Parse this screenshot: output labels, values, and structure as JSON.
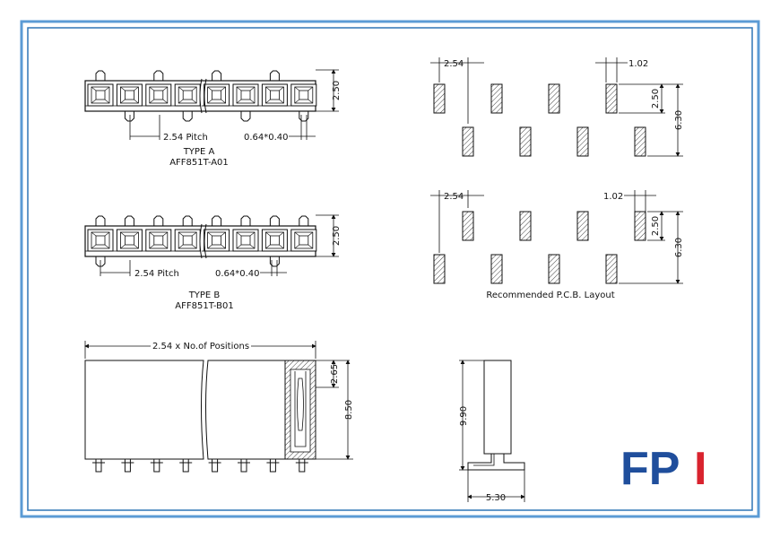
{
  "colors": {
    "border_outer": "#5b9bd5",
    "border_inner": "#2e75b6",
    "logo_blue": "#1f4e9c",
    "logo_red": "#d9232e"
  },
  "type_a": {
    "title": "TYPE A",
    "part": "AFF851T-A01",
    "pitch": "2.54 Pitch",
    "pin": "0.64*0.40",
    "height": "2.50"
  },
  "type_b": {
    "title": "TYPE B",
    "part": "AFF851T-B01",
    "pitch": "2.54 Pitch",
    "pin": "0.64*0.40",
    "height": "2.50"
  },
  "side_view": {
    "length": "2.54 x No.of Positions",
    "top": "2.65",
    "height": "8.50"
  },
  "end_view": {
    "height": "9.90",
    "width": "5.30"
  },
  "pcb_top": {
    "pitch": "2.54",
    "pad_w": "1.02",
    "pad_h": "2.50",
    "row_span": "6.30"
  },
  "pcb_bottom": {
    "pitch": "2.54",
    "pad_w": "1.02",
    "pad_h": "2.50",
    "row_span": "6.30"
  },
  "pcb_caption": "Recommended P.C.B. Layout",
  "logo": {
    "text_blue": "FP",
    "text_red": "I"
  }
}
